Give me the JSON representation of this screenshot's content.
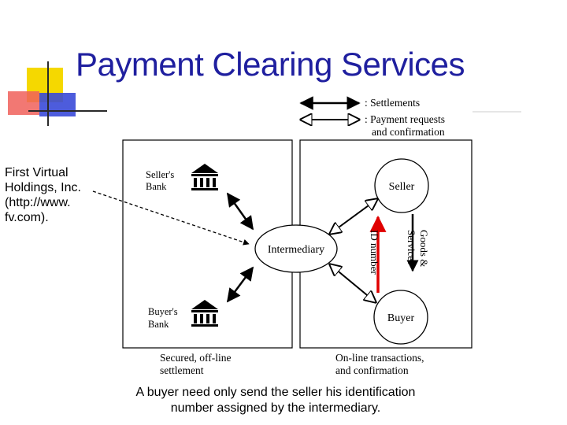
{
  "title": "Payment Clearing Services",
  "left_note": {
    "lines": [
      "First Virtual",
      "Holdings, Inc.",
      "(http://www.",
      "fv.com)."
    ]
  },
  "legend": {
    "settlements": ": Settlements",
    "payment_line1": ": Payment requests",
    "payment_line2": "and confirmation"
  },
  "nodes": {
    "sellers_bank_line1": "Seller's",
    "sellers_bank_line2": "Bank",
    "buyers_bank_line1": "Buyer's",
    "buyers_bank_line2": "Bank",
    "seller": "Seller",
    "intermediary": "Intermediary",
    "buyer": "Buyer"
  },
  "flows": {
    "goods_line1": "Goods &",
    "goods_line2": "Services",
    "id_number": "ID number"
  },
  "zones": {
    "left_line1": "Secured, off-line",
    "left_line2": "settlement",
    "right_line1": "On-line transactions,",
    "right_line2": "and confirmation"
  },
  "caption": {
    "line1": "A buyer need only send the seller his identification",
    "line2": "number assigned by the intermediary."
  },
  "colors": {
    "title": "#1f1f9f",
    "deco_yellow": "#f5d800",
    "deco_red": "#f0605a",
    "deco_blue": "#3a4ad8",
    "id_arrow": "#e00000"
  },
  "icons": [
    "bank-icon",
    "bank-icon"
  ]
}
